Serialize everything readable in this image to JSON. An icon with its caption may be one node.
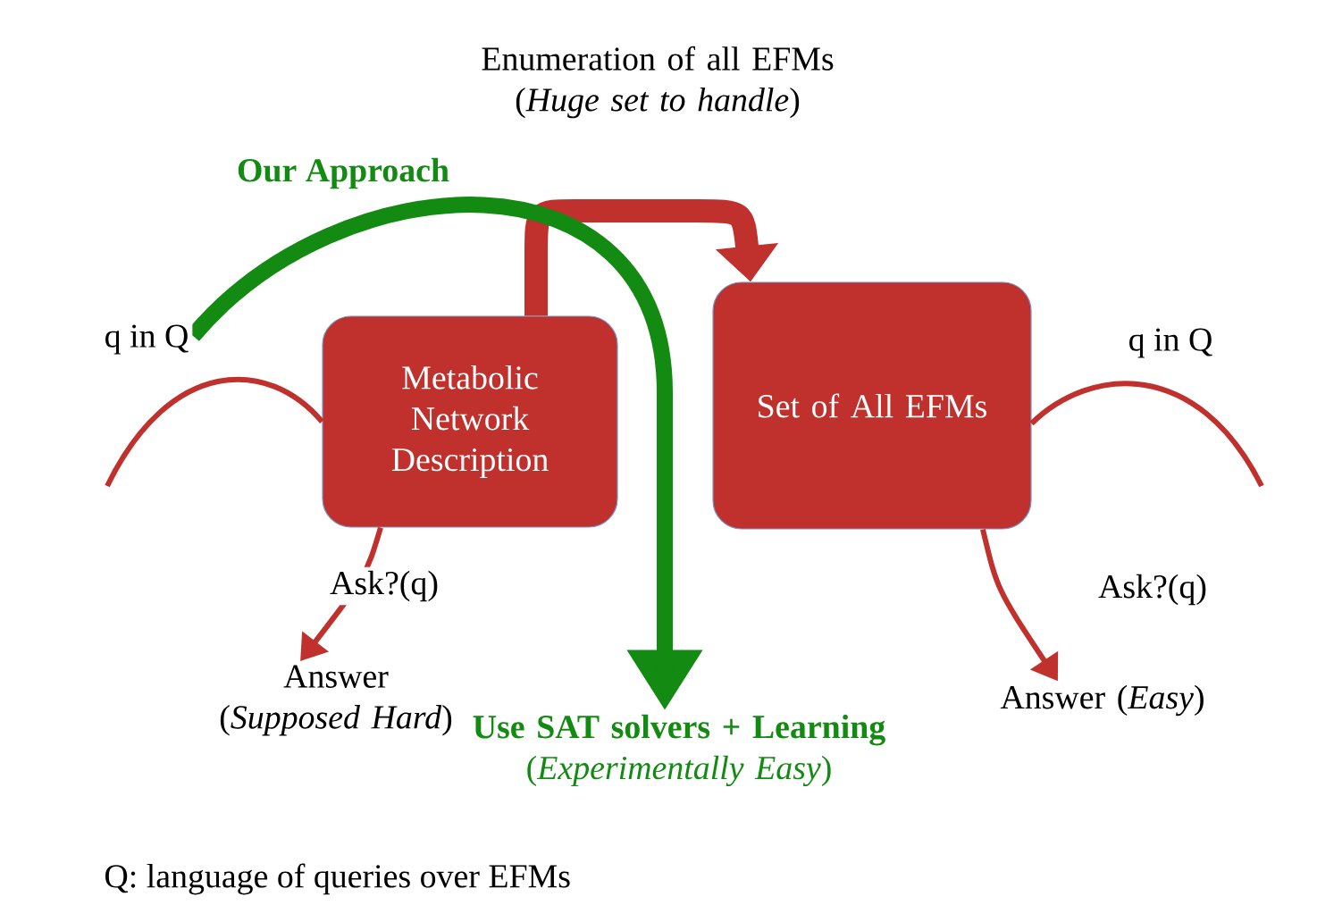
{
  "diagram": {
    "nodes": [
      {
        "text": [
          "Metabolic Network Description"
        ]
      },
      {
        "text": [
          "Set of All EFMs"
        ]
      },
      {
        "text": [
          "Answer (*Supposed Hard*)"
        ]
      },
      {
        "text": [
          "Use SAT solvers + Learning",
          "(*Experimentally Easy*)"
        ]
      },
      {
        "text": [
          "Answer (*Easy*)"
        ]
      }
    ],
    "edges": [
      {
        "from": 0,
        "to": 1,
        "arrow": "to",
        "style": "thick",
        "label": "Enumeration of all EFMs (*Huge set to handle*)"
      },
      {
        "from": null,
        "to": 0,
        "arrow": "none",
        "label": "q in Q"
      },
      {
        "from": 0,
        "to": 2,
        "arrow": "to",
        "label": "Ask?(q)"
      },
      {
        "from": null,
        "to": 1,
        "arrow": "none",
        "label": "q in Q"
      },
      {
        "from": 1,
        "to": 4,
        "arrow": "to",
        "label": "Ask?(q)"
      },
      {
        "from": null,
        "to": 3,
        "arrow": "to",
        "style": "thick",
        "color": "#138a12",
        "label": "Our Approach"
      }
    ],
    "labels": [
      "Q: language of queries over EFMs"
    ]
  }
}
